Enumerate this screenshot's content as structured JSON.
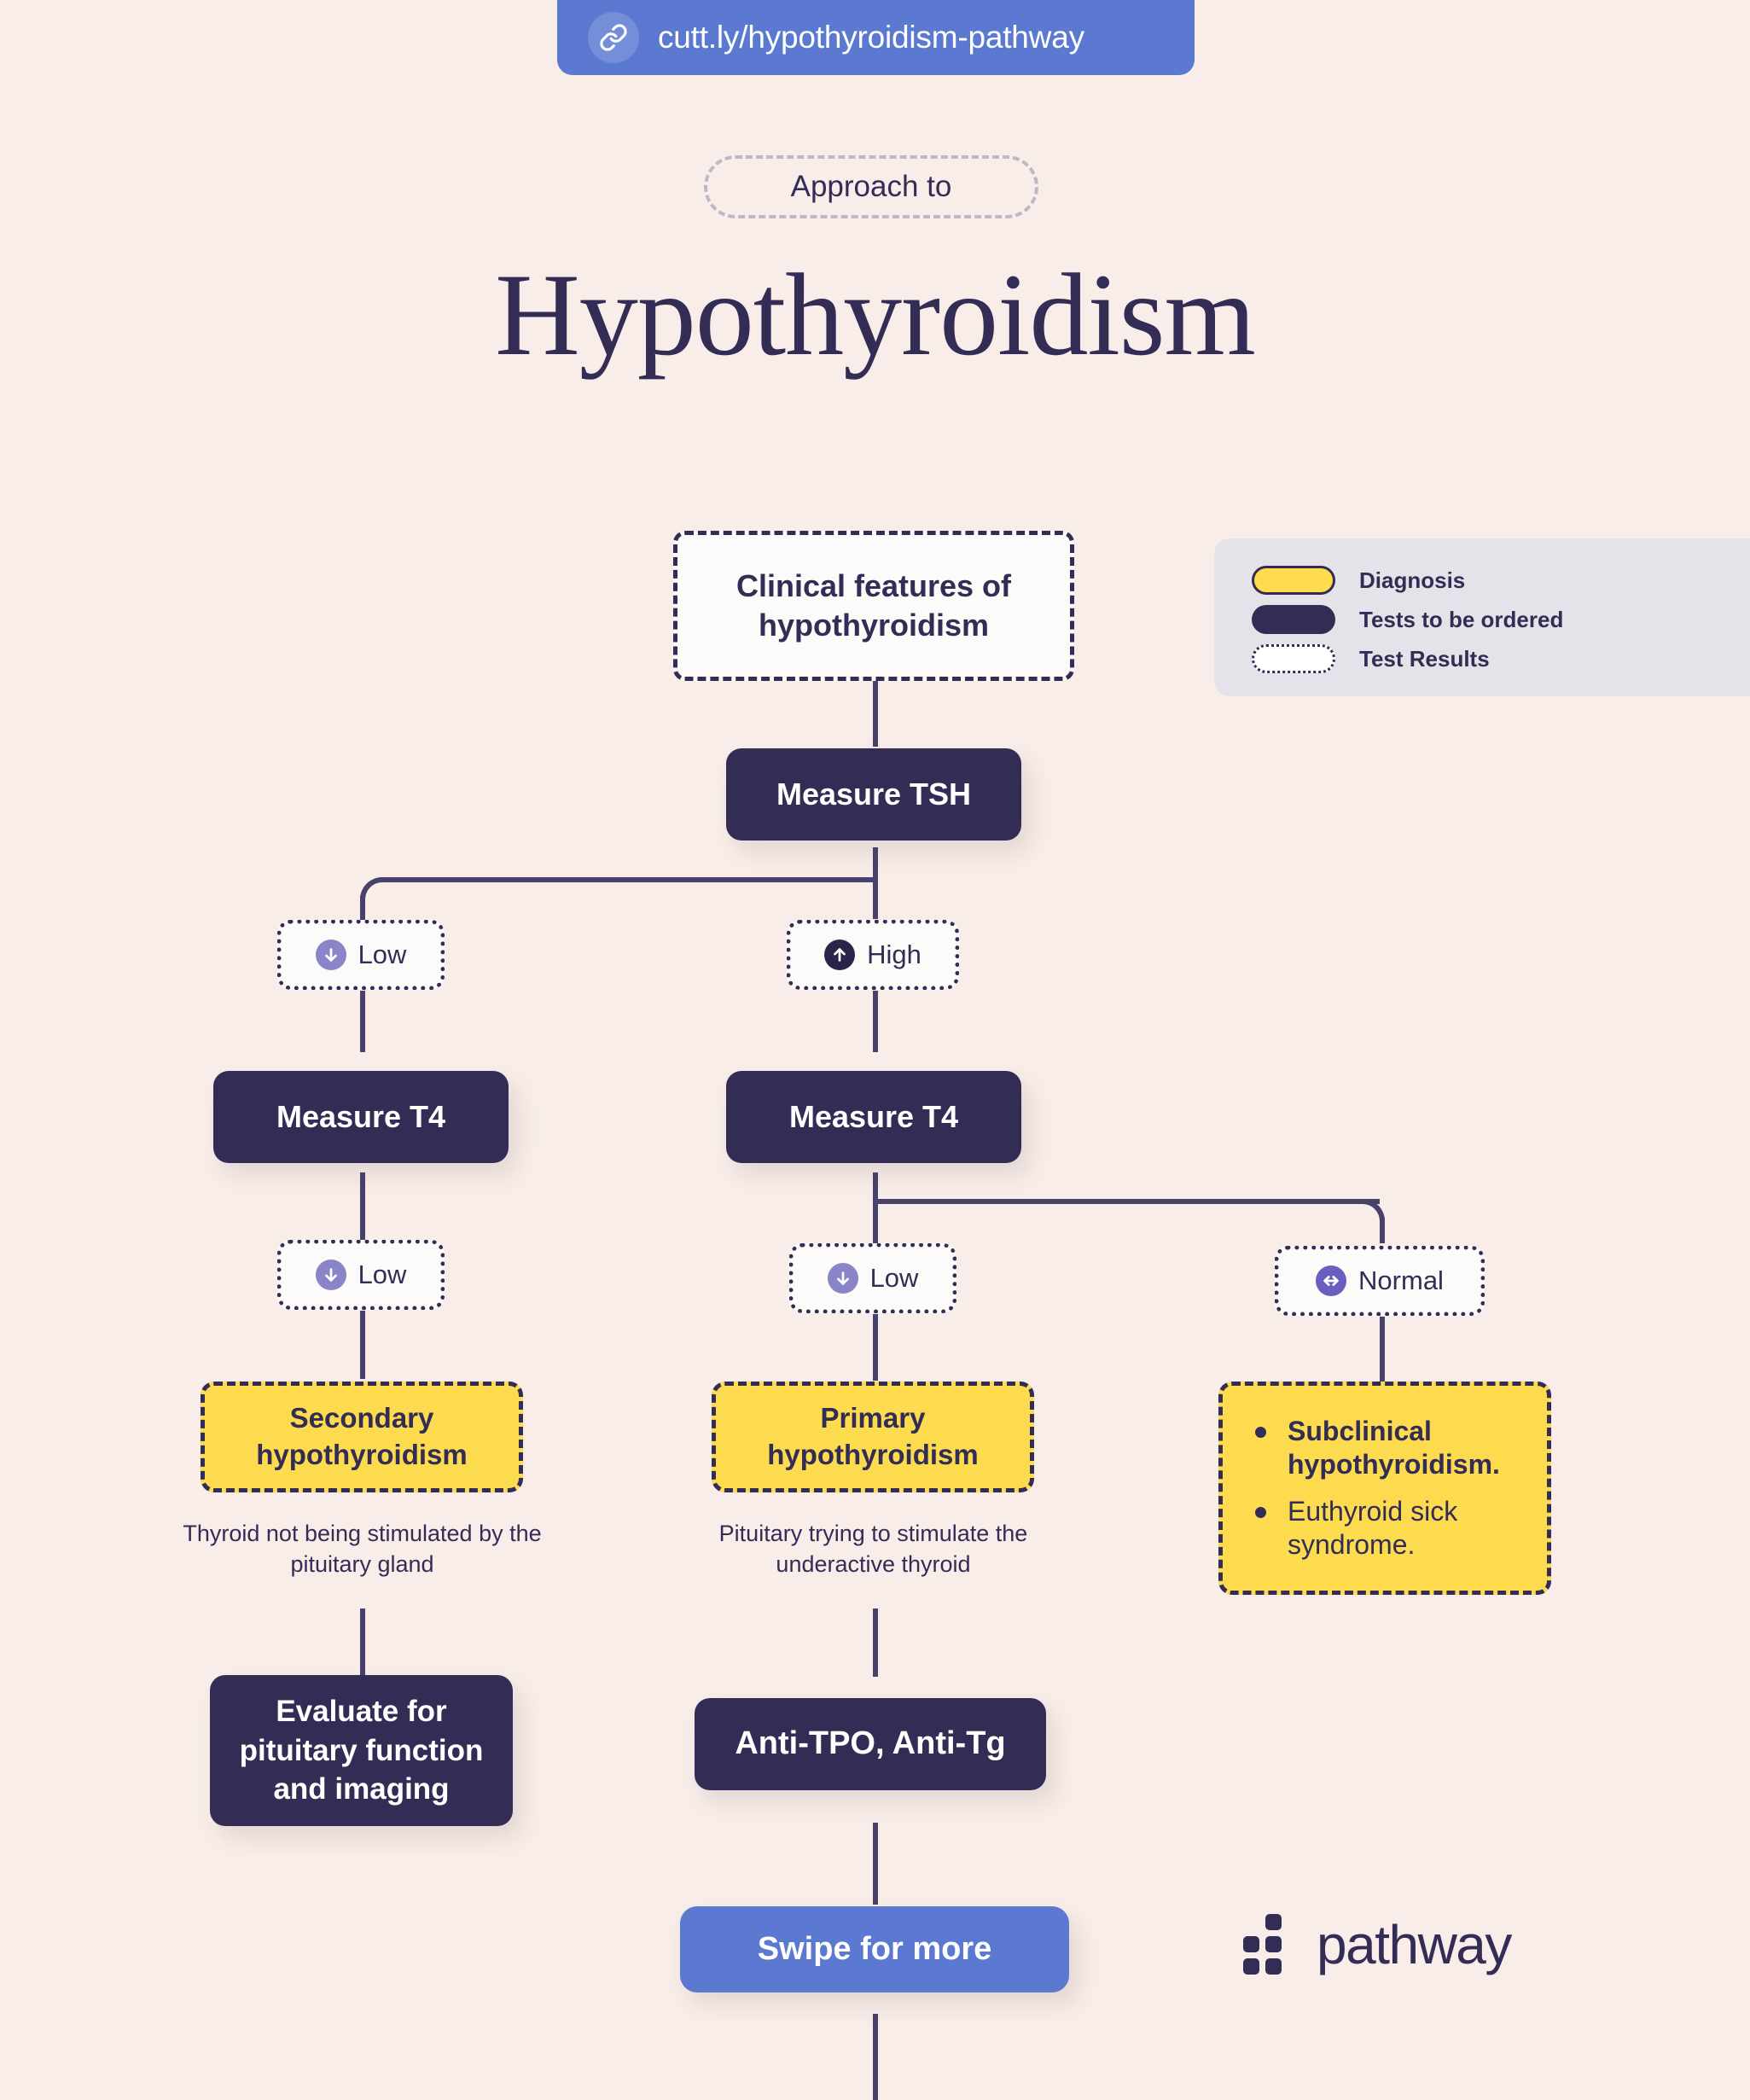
{
  "banner": {
    "icon": "link-icon",
    "url": "cutt.ly/hypothyroidism-pathway"
  },
  "header": {
    "eyebrow": "Approach to",
    "title": "Hypothyroidism"
  },
  "legend": {
    "items": [
      {
        "label": "Diagnosis",
        "swatch": "yellow-solid",
        "color": "#FCDB4E"
      },
      {
        "label": "Tests to be ordered",
        "swatch": "navy-solid",
        "color": "#332C55"
      },
      {
        "label": "Test Results",
        "swatch": "white-dotted",
        "color": "#FFFFFF"
      }
    ]
  },
  "flowchart": {
    "start": "Clinical features of hypothyroidism",
    "measure_tsh": "Measure TSH",
    "tsh_low": "Low",
    "tsh_high": "High",
    "measure_t4_left": "Measure T4",
    "measure_t4_right": "Measure T4",
    "t4_left_low": "Low",
    "t4_right_low": "Low",
    "t4_right_normal": "Normal",
    "secondary_dx": "Secondary hypothyroidism",
    "secondary_caption": "Thyroid not being stimulated by the pituitary gland",
    "primary_dx": "Primary hypothyroidism",
    "primary_caption": "Pituitary trying to stimulate the underactive thyroid",
    "normal_dx_bullets": [
      "Subclinical hypothyroidism.",
      "Euthyroid sick syndrome."
    ],
    "evaluate_pituitary": "Evaluate for pituitary function and imaging",
    "antibodies": "Anti-TPO, Anti-Tg"
  },
  "footer": {
    "swipe_label": "Swipe for more",
    "brand": "pathway"
  },
  "colors": {
    "background": "#F8EDE9",
    "navy": "#332C55",
    "yellow": "#FCDB4E",
    "blue": "#5B79D1",
    "legend_bg": "#E6E2EA",
    "connector": "#48416B"
  }
}
